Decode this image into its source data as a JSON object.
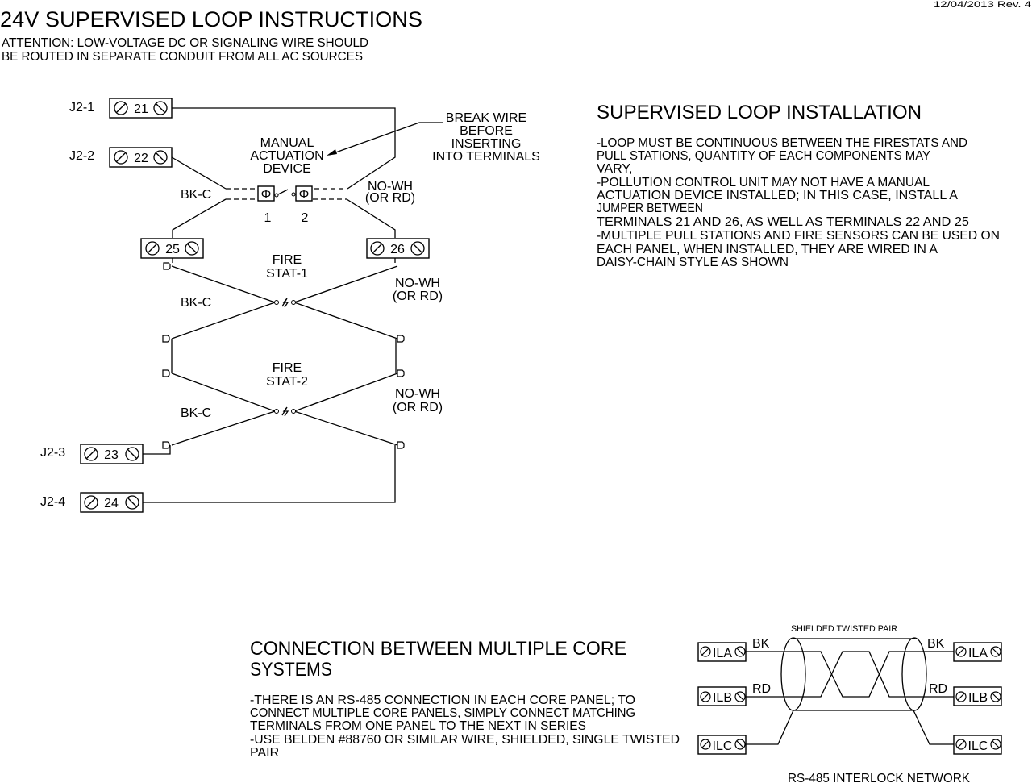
{
  "header": {
    "title": "24V SUPERVISED LOOP INSTRUCTIONS",
    "date_rev": "12/04/2013   Rev. 4",
    "attention": [
      "ATTENTION: LOW-VOLTAGE DC OR SIGNALING WIRE SHOULD",
      "BE ROUTED IN SEPARATE CONDUIT FROM ALL AC SOURCES"
    ]
  },
  "loop_diagram": {
    "connectors": [
      "J2-1",
      "J2-2",
      "J2-3",
      "J2-4"
    ],
    "terminals": [
      "21",
      "22",
      "25",
      "26",
      "23",
      "24"
    ],
    "manual_device": [
      "MANUAL",
      "ACTUATION",
      "DEVICE"
    ],
    "break_wire": [
      "BREAK WIRE",
      "BEFORE",
      "INSERTING",
      "INTO TERMINALS"
    ],
    "device_pins": [
      "1",
      "2"
    ],
    "wire_bk": "BK-C",
    "wire_no": [
      "NO-WH",
      "(OR RD)"
    ],
    "firestat1": [
      "FIRE",
      "STAT-1"
    ],
    "firestat2": [
      "FIRE",
      "STAT-2"
    ]
  },
  "installation": {
    "title": "SUPERVISED LOOP INSTALLATION",
    "lines": [
      "-LOOP MUST BE CONTINUOUS BETWEEN THE FIRESTATS AND",
      "PULL STATIONS, QUANTITY OF EACH COMPONENTS MAY",
      "VARY,",
      "-POLLUTION CONTROL UNIT MAY NOT HAVE A MANUAL",
      "ACTUATION DEVICE INSTALLED; IN THIS CASE, INSTALL A",
      "JUMPER BETWEEN",
      "TERMINALS 21 AND 26, AS WELL AS TERMINALS 22 AND 25",
      "-MULTIPLE PULL STATIONS AND FIRE SENSORS CAN BE USED ON",
      "EACH PANEL, WHEN INSTALLED, THEY ARE WIRED IN A",
      "DAISY-CHAIN STYLE AS SHOWN"
    ]
  },
  "connection": {
    "title": [
      "CONNECTION BETWEEN MULTIPLE CORE",
      "SYSTEMS"
    ],
    "lines": [
      "-THERE IS AN RS-485 CONNECTION IN EACH CORE PANEL; TO",
      "CONNECT MULTIPLE CORE PANELS, SIMPLY CONNECT MATCHING",
      "TERMINALS FROM ONE PANEL TO THE NEXT IN SERIES",
      "-USE BELDEN #88760 OR SIMILAR WIRE, SHIELDED, SINGLE TWISTED",
      "PAIR"
    ]
  },
  "rs485": {
    "shield_label": "SHIELDED TWISTED PAIR",
    "terminals": [
      "ILA",
      "ILB",
      "ILC"
    ],
    "wire_bk": "BK",
    "wire_rd": "RD",
    "caption": "RS-485 INTERLOCK NETWORK"
  }
}
